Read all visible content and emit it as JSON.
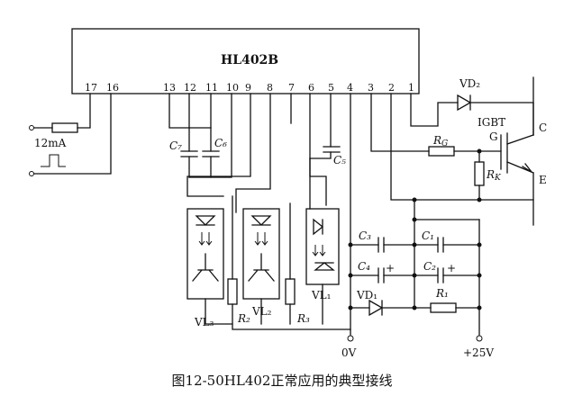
{
  "chip": {
    "name": "HL402B",
    "pins": [
      "17",
      "16",
      "13",
      "12",
      "11",
      "10",
      "9",
      "8",
      "7",
      "6",
      "5",
      "4",
      "3",
      "2",
      "1"
    ]
  },
  "input": {
    "current": "12mA"
  },
  "components": {
    "c7": "C₇",
    "c6": "C₆",
    "c5": "C₅",
    "c3": "C₃",
    "c4": "C₄",
    "c1": "C₁",
    "c2": "C₂",
    "vd1": "VD₁",
    "vd2": "VD₂",
    "r1": "R₁",
    "r2": "R₂",
    "r3": "R₃",
    "rg": "R_G",
    "rk": "R_K",
    "vl1": "VL₁",
    "vl2": "VL₂",
    "vl3": "VL₃",
    "igbt": "IGBT",
    "g": "G",
    "c": "C",
    "e": "E"
  },
  "rails": {
    "ground": "0V",
    "supply": "+25V"
  },
  "caption": "图12-50HL402正常应用的典型接线"
}
